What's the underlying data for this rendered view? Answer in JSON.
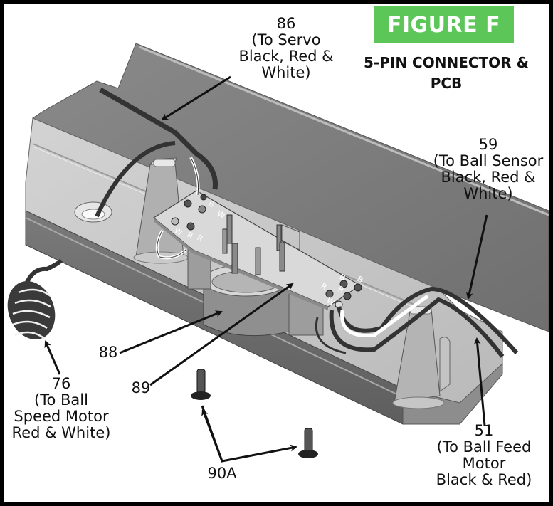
{
  "figure": {
    "badge": "FIGURE F",
    "subtitle_lines": [
      "5-PIN CONNECTOR &",
      "PCB"
    ],
    "badge_color": "#5cc659"
  },
  "callouts": {
    "servo": {
      "number": "86",
      "lines": [
        "(To Servo",
        "Black, Red &",
        "White)"
      ]
    },
    "ball_sensor": {
      "number": "59",
      "lines": [
        "(To Ball Sensor",
        "Black, Red &",
        "White)"
      ]
    },
    "ball_speed_motor": {
      "number": "76",
      "lines": [
        "(To Ball",
        "Speed Motor",
        "Red & White)"
      ]
    },
    "ball_feed_motor": {
      "number": "51",
      "lines": [
        "(To Ball Feed",
        "Motor",
        "Black & Red)"
      ]
    },
    "part_88": {
      "number": "88"
    },
    "part_89": {
      "number": "89"
    },
    "screws": {
      "number": "90A"
    }
  },
  "pcb_labels": {
    "left_group": [
      "B",
      "W",
      "R",
      "W",
      "R"
    ],
    "right_group": [
      "B",
      "B",
      "R",
      "R",
      "W"
    ]
  }
}
